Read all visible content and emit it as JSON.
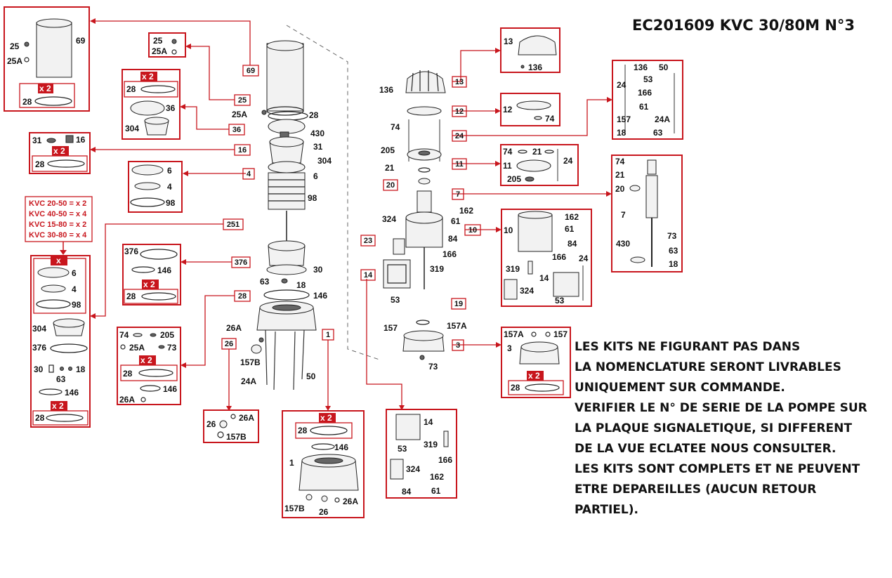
{
  "title": "EC201609 KVC 30/80M N°3",
  "note_lines": [
    "LES KITS NE FIGURANT PAS DANS",
    "LA NOMENCLATURE SERONT LIVRABLES",
    "UNIQUEMENT SUR COMMANDE.",
    "VERIFIER LE N° DE SERIE DE LA POMPE SUR",
    "LA PLAQUE SIGNALETIQUE, SI DIFFERENT",
    "DE LA VUE ECLATEE NOUS CONSULTER.",
    "LES KITS SONT COMPLETS ET NE PEUVENT",
    "ETRE DEPAREILLES (AUCUN RETOUR",
    "PARTIEL)."
  ],
  "kvc_lines": [
    "KVC 20-50 = x 2",
    "KVC 40-50 = x 4",
    "KVC 15-80 = x 2",
    "KVC 30-80 = x 4"
  ],
  "x2": "x 2",
  "x": "x",
  "tags": [
    "69",
    "25",
    "36",
    "16",
    "4",
    "251",
    "376",
    "28",
    "26",
    "1",
    "13",
    "12",
    "24",
    "11",
    "20",
    "7",
    "10",
    "23",
    "14",
    "19",
    "3"
  ],
  "labels": {
    "l69": "69",
    "l25": "25",
    "l25a": "25A",
    "l28": "28",
    "l36": "36",
    "l304": "304",
    "l31": "31",
    "l16": "16",
    "l6": "6",
    "l4": "4",
    "l98": "98",
    "l376": "376",
    "l146": "146",
    "l30": "30",
    "l18": "18",
    "l63": "63",
    "l74": "74",
    "l205": "205",
    "l73": "73",
    "l26a": "26A",
    "l26": "26",
    "l157b": "157B",
    "l24a": "24A",
    "l50": "50",
    "l1": "1",
    "l430": "430",
    "l13": "13",
    "l136": "136",
    "l12": "12",
    "l24": "24",
    "l53": "53",
    "l166": "166",
    "l61": "61",
    "l157": "157",
    "l21": "21",
    "l11": "11",
    "l20": "20",
    "l7": "7",
    "l162": "162",
    "l324": "324",
    "l84": "84",
    "l10": "10",
    "l319": "319",
    "l14": "14",
    "l157a": "157A",
    "l3": "3"
  }
}
